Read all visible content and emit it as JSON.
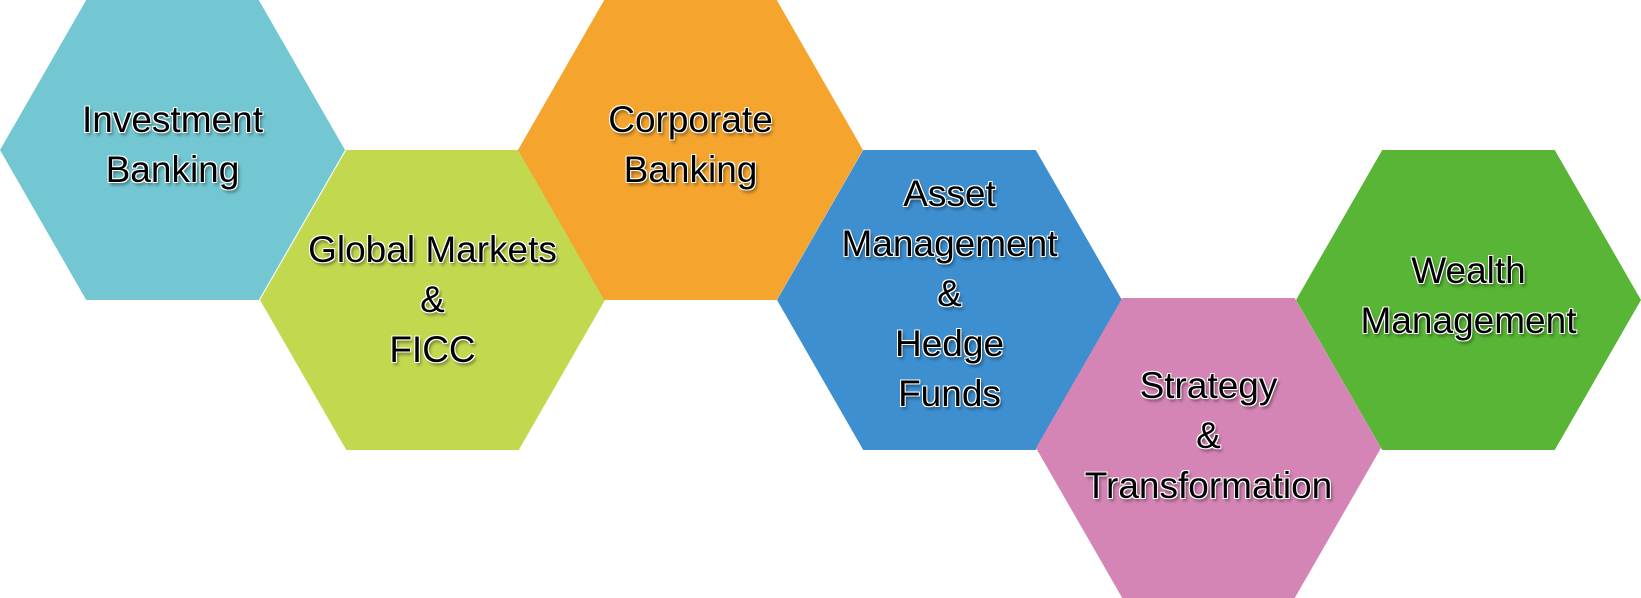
{
  "diagram": {
    "hexagons": [
      {
        "id": "investment-banking",
        "color": "#72c7d2",
        "lines": [
          "Investment",
          "Banking"
        ]
      },
      {
        "id": "global-markets",
        "color": "#c2d94f",
        "lines": [
          "Global Markets",
          "&",
          "FICC"
        ]
      },
      {
        "id": "corporate-banking",
        "color": "#f5a42d",
        "lines": [
          "Corporate",
          "Banking"
        ]
      },
      {
        "id": "asset-management",
        "color": "#3d8fd0",
        "lines": [
          "Asset",
          "Management",
          "&",
          "Hedge",
          "Funds"
        ]
      },
      {
        "id": "strategy",
        "color": "#d585b5",
        "lines": [
          "Strategy",
          "&",
          "Transformation"
        ]
      },
      {
        "id": "wealth-management",
        "color": "#58b535",
        "lines": [
          "Wealth",
          "Management"
        ]
      }
    ]
  }
}
